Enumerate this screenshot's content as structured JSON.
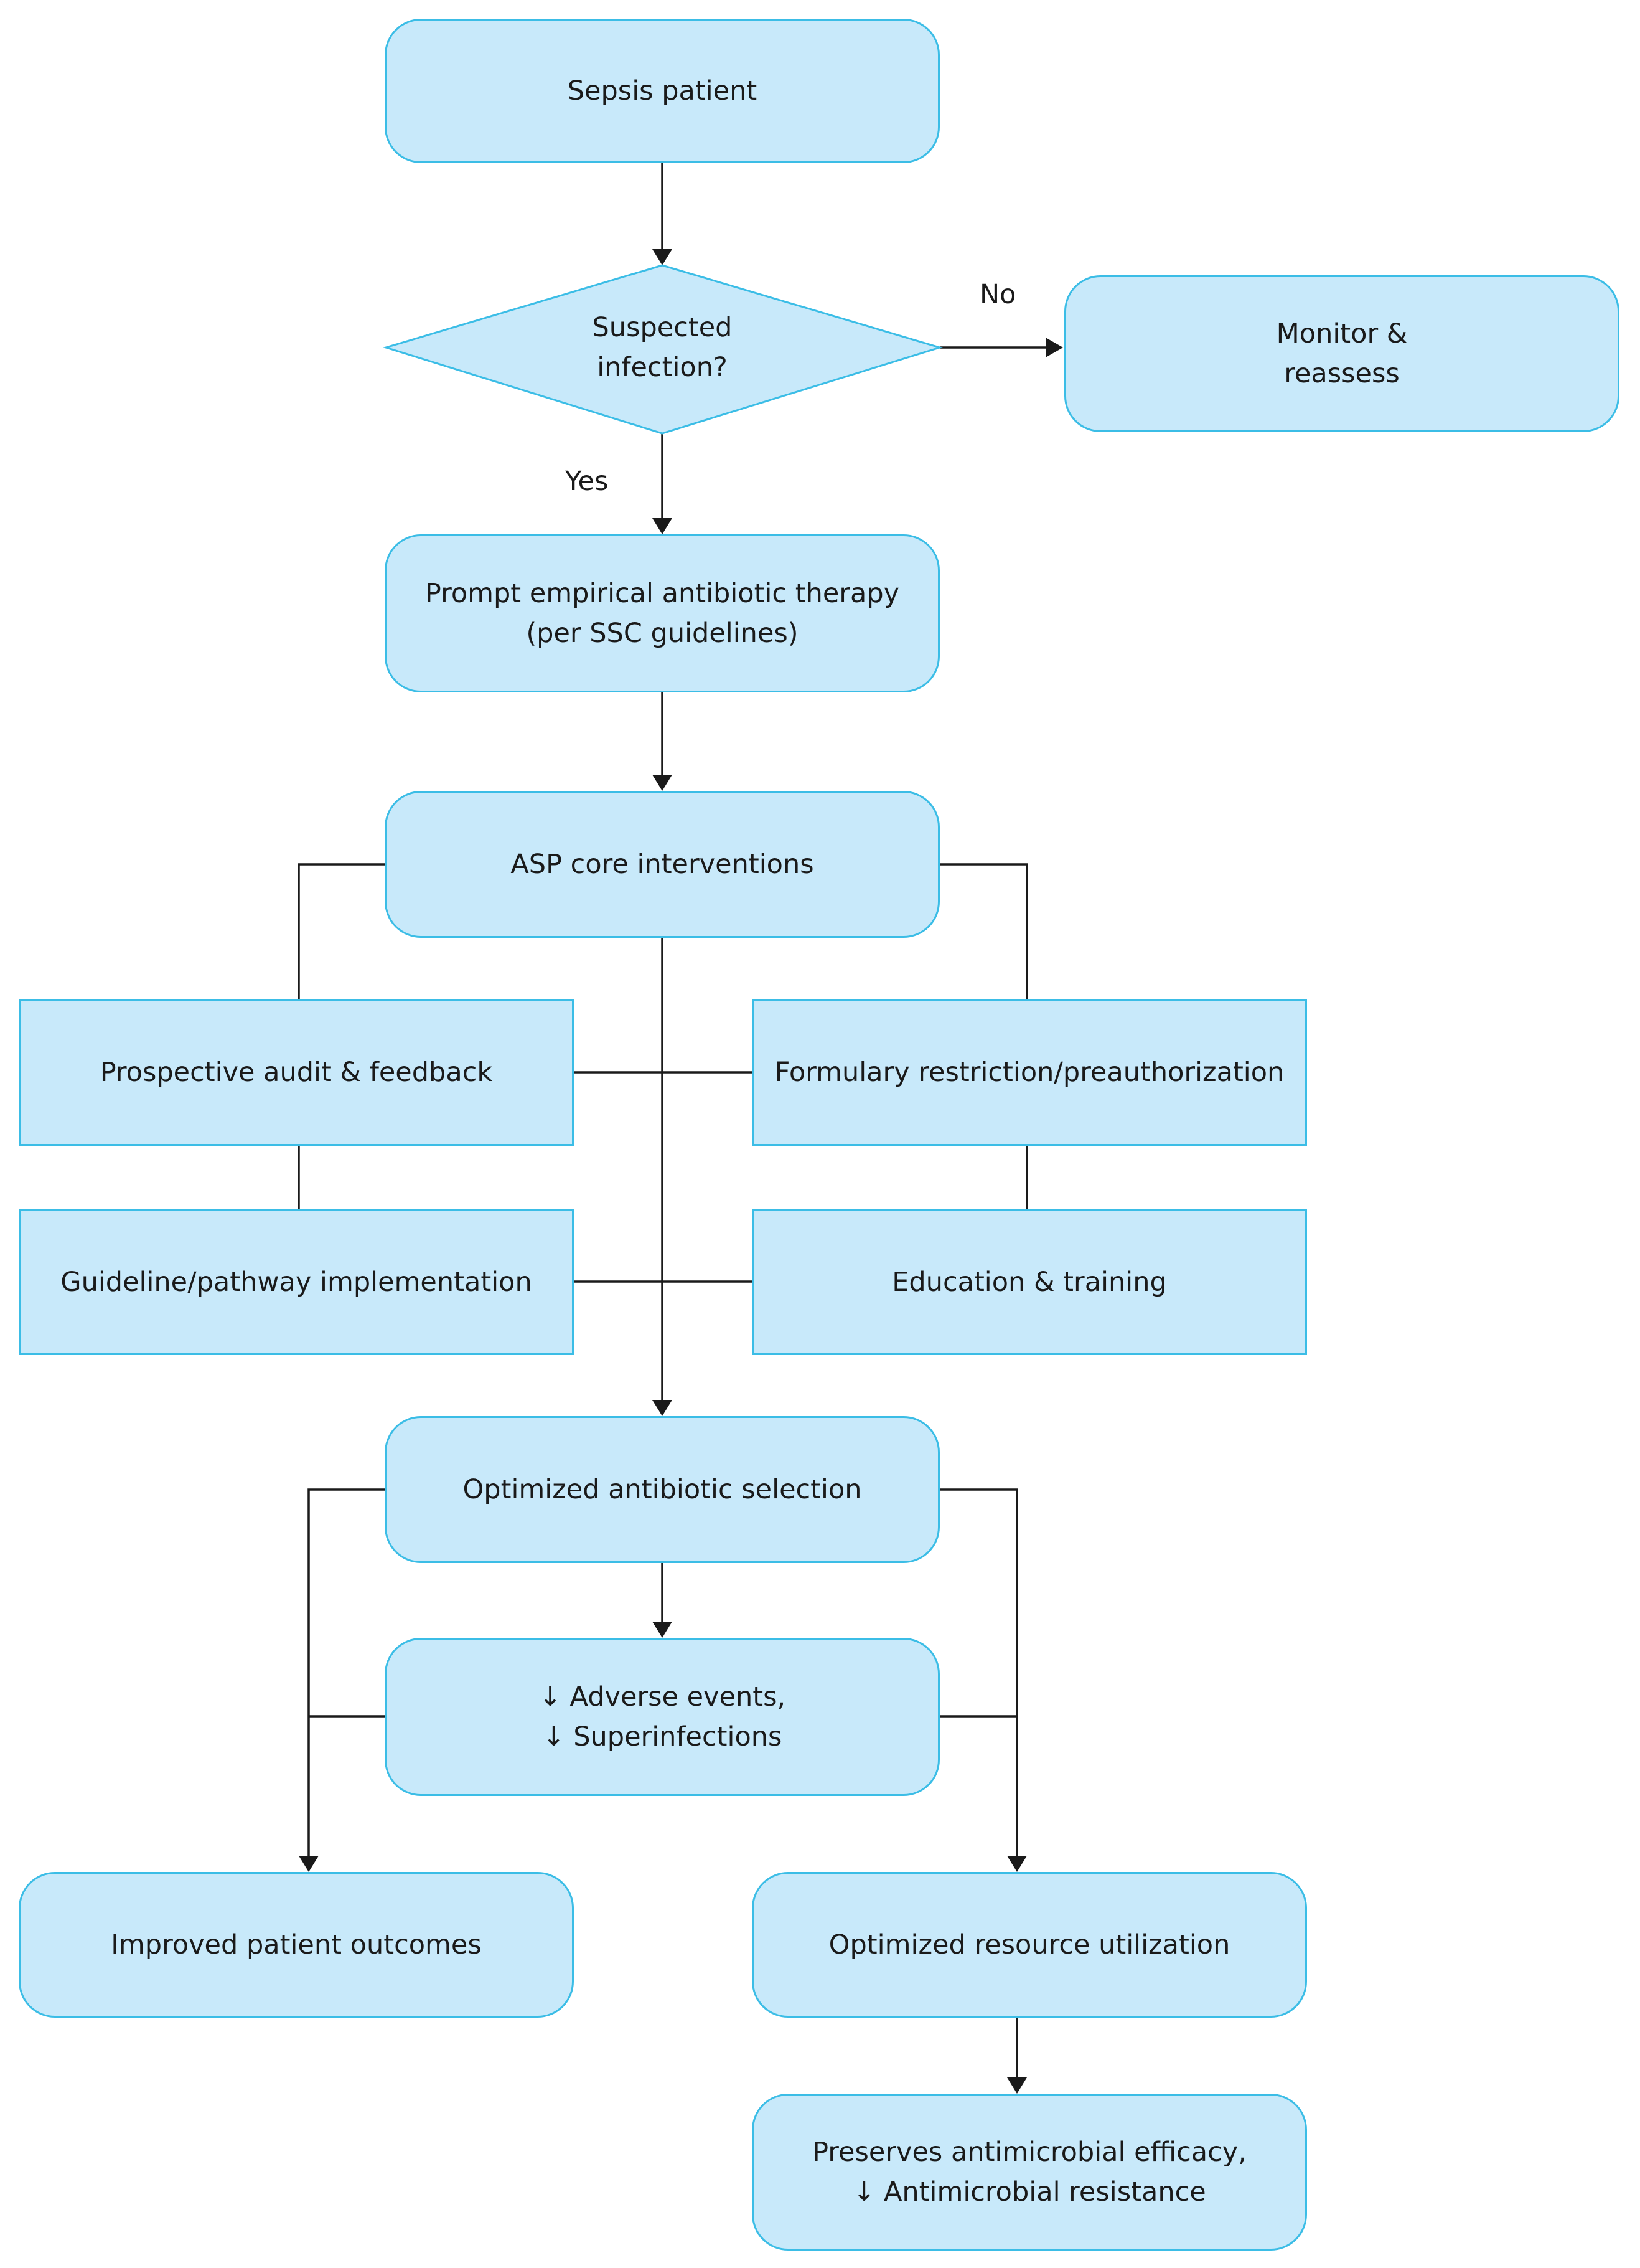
{
  "nodes": {
    "sepsis_patient": [
      "Sepsis patient"
    ],
    "suspected_infection": [
      "Suspected",
      "infection?"
    ],
    "monitor_reassess": [
      "Monitor &",
      "reassess"
    ],
    "prompt_therapy": [
      "Prompt empirical antibiotic therapy",
      "(per SSC guidelines)"
    ],
    "asp_core": [
      "ASP core interventions"
    ],
    "prospective_audit": [
      "Prospective audit & feedback"
    ],
    "formulary_restriction": [
      "Formulary restriction/preauthorization"
    ],
    "guideline_pathway": [
      "Guideline/pathway implementation"
    ],
    "education_training": [
      "Education & training"
    ],
    "optimized_selection": [
      "Optimized antibiotic selection"
    ],
    "adverse_events": [
      "↓ Adverse events,",
      "↓ Superinfections"
    ],
    "improved_outcomes": [
      "Improved patient outcomes"
    ],
    "optimized_resource": [
      "Optimized resource utilization"
    ],
    "preserves_efficacy": [
      "Preserves antimicrobial efficacy,",
      "↓ Antimicrobial resistance"
    ]
  },
  "edge_labels": {
    "no": "No",
    "yes": "Yes"
  },
  "colors": {
    "node_fill": "#c8e9fa",
    "node_border": "#3bbde6",
    "line": "#1a1a1a"
  }
}
